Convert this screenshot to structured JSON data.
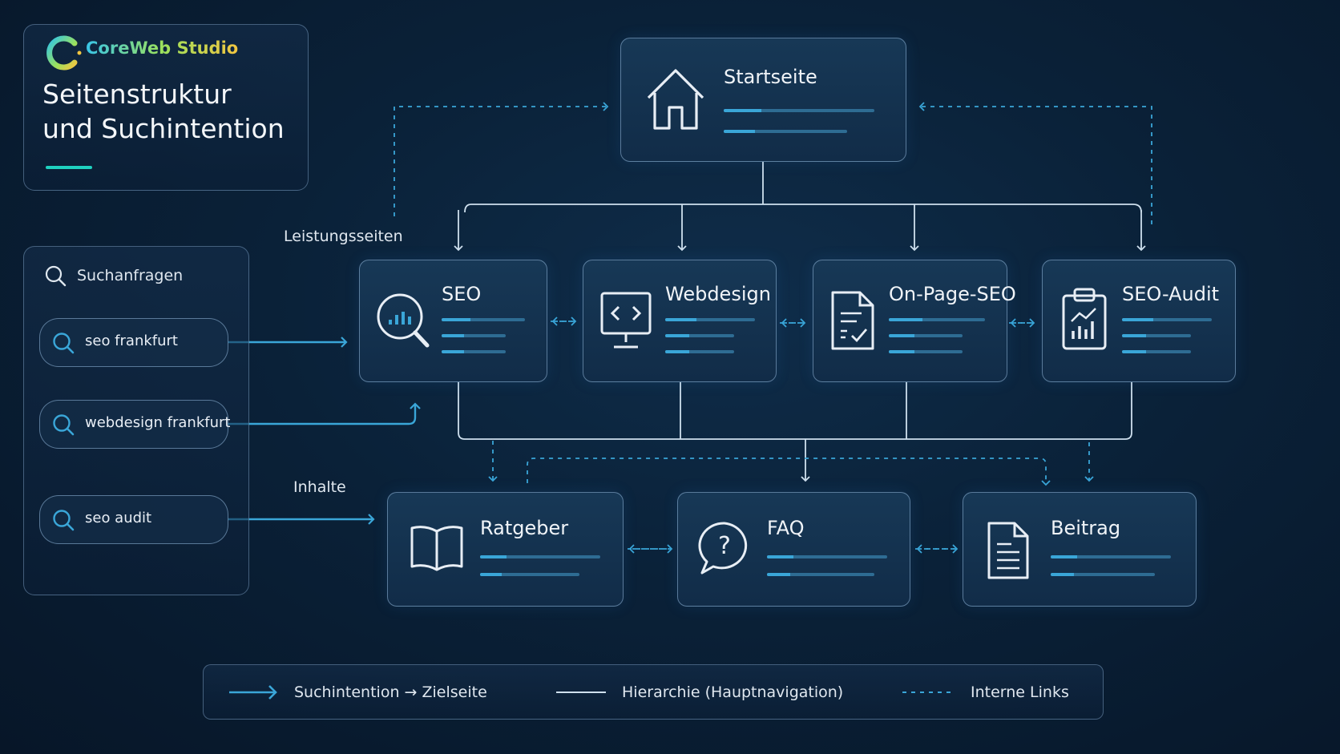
{
  "brand": {
    "name": "CoreWeb Studio",
    "title_line1": "Seitenstruktur",
    "title_line2": "und Suchintention"
  },
  "queries": {
    "heading": "Suchanfragen",
    "items": [
      "seo frankfurt",
      "webdesign frankfurt",
      "seo audit"
    ]
  },
  "labels": {
    "services": "Leistungsseiten",
    "content": "Inhalte"
  },
  "nodes": {
    "home": "Startseite",
    "seo": "SEO",
    "webdesign": "Webdesign",
    "onpage": "On-Page-SEO",
    "audit": "SEO-Audit",
    "guide": "Ratgeber",
    "faq": "FAQ",
    "post": "Beitrag"
  },
  "legend": {
    "intent": "Suchintention → Zielseite",
    "hierarchy": "Hierarchie (Hauptnavigation)",
    "links": "Interne Links"
  },
  "colors": {
    "accent": "#3aa6d8",
    "line": "#cfe0ee",
    "brand_teal": "#1fd1c0"
  }
}
